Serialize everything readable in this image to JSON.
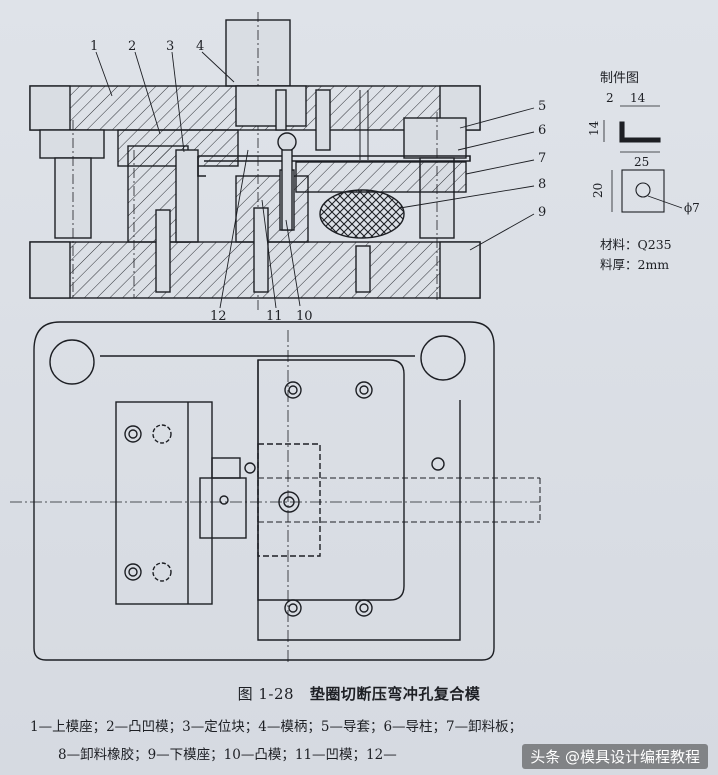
{
  "section_view": {
    "callouts": [
      "1",
      "2",
      "3",
      "4",
      "5",
      "6",
      "7",
      "8",
      "9",
      "10",
      "11",
      "12"
    ]
  },
  "part_drawing": {
    "title": "制件图",
    "dim_2": "2",
    "dim_14_top": "14",
    "dim_14_side": "14",
    "dim_25": "25",
    "dim_20": "20",
    "dim_hole": "ϕ7",
    "material": "材料：Q235",
    "thickness": "料厚：2mm"
  },
  "caption": {
    "figure_no": "图 1-28",
    "title": "垫圈切断压弯冲孔复合模"
  },
  "legend": {
    "line1": "1—上模座；2—凸凹模；3—定位块；4—模柄；5—导套；6—导柱；7—卸料板；",
    "line2": "8—卸料橡胶；9—下模座；10—凸模；11—凹模；12—"
  },
  "watermark": "头条 @模具设计编程教程",
  "colors": {
    "paper": "#d9dde3",
    "ink": "#1d1f24",
    "rubber": "#2a2d33"
  }
}
